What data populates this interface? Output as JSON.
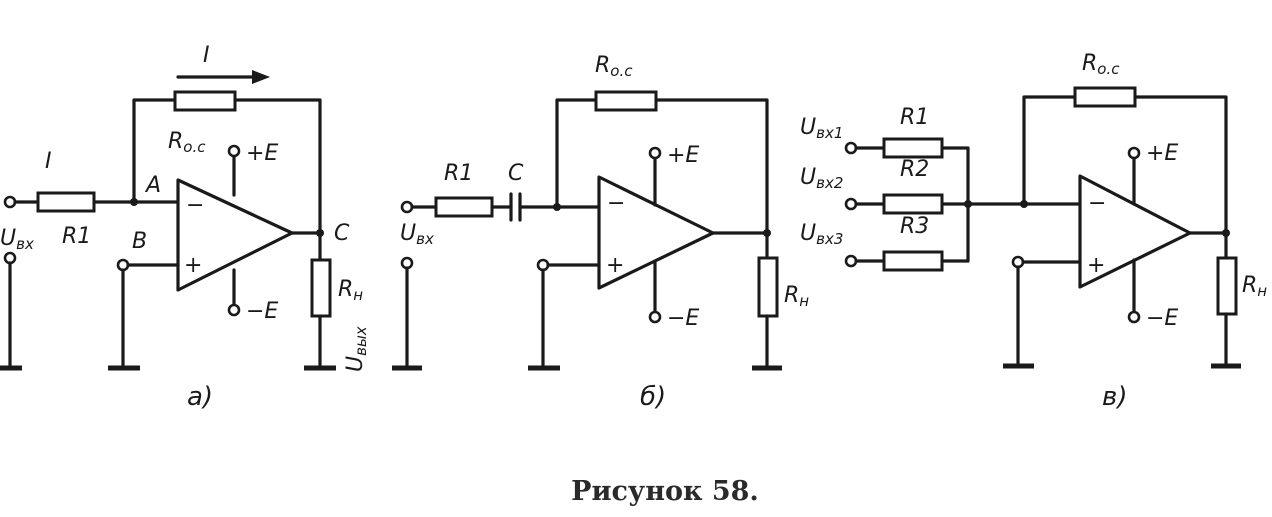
{
  "caption": "Рисунок 58.",
  "circuit_a": {
    "part_label": "a)",
    "current_label": "I",
    "input_current_label": "I",
    "feedback_resistor": {
      "main": "R",
      "sub": "o.c"
    },
    "input_resistor": "R1",
    "load_resistor": {
      "main": "R",
      "sub": "н"
    },
    "input_voltage": {
      "main": "U",
      "sub": "вх"
    },
    "output_voltage": {
      "main": "U",
      "sub": "вых"
    },
    "node_a": "A",
    "node_b": "B",
    "node_c": "C",
    "supply_pos": "+E",
    "supply_neg": "−E",
    "inv_sign": "−",
    "noninv_sign": "+"
  },
  "circuit_b": {
    "part_label": "б)",
    "feedback_resistor": {
      "main": "R",
      "sub": "o.c"
    },
    "input_resistor": "R1",
    "capacitor": "C",
    "load_resistor": {
      "main": "R",
      "sub": "н"
    },
    "input_voltage": {
      "main": "U",
      "sub": "вх"
    },
    "supply_pos": "+E",
    "supply_neg": "−E",
    "inv_sign": "−",
    "noninv_sign": "+"
  },
  "circuit_c": {
    "part_label": "в)",
    "feedback_resistor": {
      "main": "R",
      "sub": "o.c"
    },
    "input_resistors": [
      "R1",
      "R2",
      "R3"
    ],
    "input_voltages": [
      {
        "main": "U",
        "sub": "вх1"
      },
      {
        "main": "U",
        "sub": "вх2"
      },
      {
        "main": "U",
        "sub": "вх3"
      }
    ],
    "load_resistor": {
      "main": "R",
      "sub": "н"
    },
    "supply_pos": "+E",
    "supply_neg": "−E",
    "inv_sign": "−",
    "noninv_sign": "+"
  }
}
